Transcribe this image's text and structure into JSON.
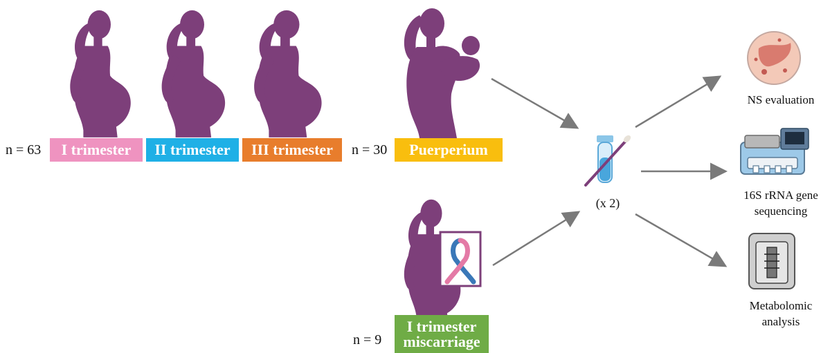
{
  "groups": {
    "pregnancy": {
      "count": "n = 63",
      "labels": [
        "I trimester",
        "II trimester",
        "III trimester"
      ],
      "colors": [
        "#ef93c0",
        "#1fb0e6",
        "#e87d2c"
      ]
    },
    "puerperium": {
      "count": "n = 30",
      "label": "Puerperium",
      "color": "#f9be0e"
    },
    "miscarriage": {
      "count": "n = 9",
      "label_line1": "I trimester",
      "label_line2": "miscarriage",
      "color": "#6fac46"
    }
  },
  "sampling": {
    "multiplier": "(x 2)",
    "icon": "swab-tube-icon"
  },
  "outputs": [
    {
      "line1": "NS evaluation",
      "line2": "",
      "icon": "microscopy-smear-icon"
    },
    {
      "line1": "16S rRNA gene",
      "line2": "sequencing",
      "icon": "sequencer-icon"
    },
    {
      "line1": "Metabolomic",
      "line2": "analysis",
      "icon": "nmr-spectrometer-icon"
    }
  ],
  "colors": {
    "silhouette": "#7d3f7a",
    "arrow": "#7a7a7a",
    "ribbon_pink": "#e47aa6",
    "ribbon_blue": "#3a78b8"
  }
}
